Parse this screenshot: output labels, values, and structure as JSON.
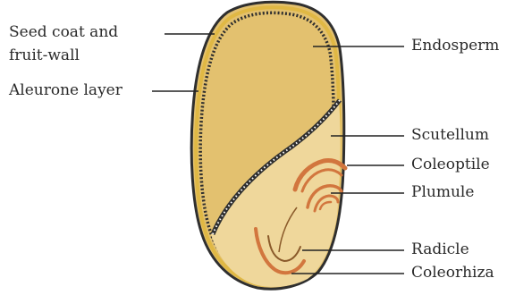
{
  "diagram": {
    "labels": {
      "seed_coat_line1": "Seed coat and",
      "seed_coat_line2": "fruit-wall",
      "aleurone": "Aleurone layer",
      "endosperm": "Endosperm",
      "scutellum": "Scutellum",
      "coleoptile": "Coleoptile",
      "plumule": "Plumule",
      "radicle": "Radicle",
      "coleorhiza": "Coleorhiza"
    },
    "colors": {
      "endosperm_fill": "#E3C16F",
      "scutellum_fill": "#EFD79B",
      "outline": "#2f2f2f",
      "aleurone_dots": "#FFFFFF",
      "seed_coat_yellow": "#E0B844",
      "coleoptile_orange": "#D2763E",
      "leader_line": "#222222"
    }
  }
}
